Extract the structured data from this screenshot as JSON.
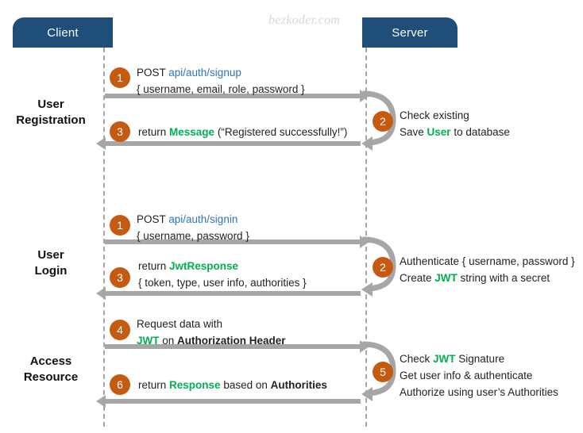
{
  "watermark": "bezkoder.com",
  "actors": {
    "client": "Client",
    "server": "Server"
  },
  "phases": [
    {
      "name": "registration",
      "line1": "User",
      "line2": "Registration"
    },
    {
      "name": "login",
      "line1": "User",
      "line2": "Login"
    },
    {
      "name": "access",
      "line1": "Access",
      "line2": "Resource"
    }
  ],
  "steps": {
    "s1": "1",
    "s2": "2",
    "s3": "3",
    "s1b": "1",
    "s2b": "2",
    "s3b": "3",
    "s4": "4",
    "s5": "5",
    "s6": "6"
  },
  "messages": {
    "signup_request": {
      "line1_a": "POST ",
      "line1_b": "api/auth/signup",
      "line2": "{ username, email, role, password }"
    },
    "signup_response": {
      "a": "return ",
      "b": "Message",
      "c": " (“Registered successfully!”)"
    },
    "signup_note": {
      "line1": "Check existing",
      "line2_a": "Save ",
      "line2_b": "User",
      "line2_c": " to database"
    },
    "signin_request": {
      "line1_a": "POST ",
      "line1_b": "api/auth/signin",
      "line2": "{ username, password }"
    },
    "signin_response": {
      "line1_a": "return ",
      "line1_b": "JwtResponse",
      "line2": "{ token, type, user info, authorities }"
    },
    "signin_note": {
      "line1": "Authenticate { username, password }",
      "line2_a": "Create ",
      "line2_b": "JWT",
      "line2_c": " string with a secret"
    },
    "access_request": {
      "line1": "Request  data with",
      "line2_a": "JWT",
      "line2_b": " on ",
      "line2_c": "Authorization Header"
    },
    "access_response": {
      "a": "return ",
      "b": "Response",
      "c": " based on ",
      "d": "Authorities"
    },
    "access_note": {
      "line1_a": "Check ",
      "line1_b": "JWT",
      "line1_c": " Signature",
      "line2": "Get user info & authenticate",
      "line3": "Authorize using user’s Authorities"
    }
  },
  "colors": {
    "actor_bar": "#1F4E79",
    "badge": "#C55A11",
    "arrow": "#A6A6A6",
    "link": "#2E75B6",
    "highlight": "#00B050",
    "lifeline": "#A6A6A6",
    "watermark": "#D4D7DA",
    "text": "#222222",
    "background": "#FFFFFF"
  }
}
